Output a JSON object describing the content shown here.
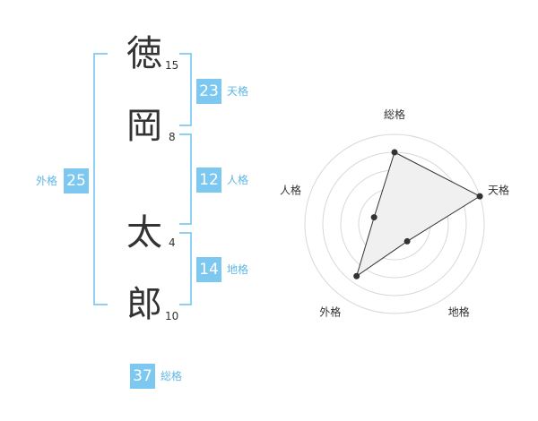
{
  "name": {
    "chars": [
      {
        "char": "徳",
        "strokes": "15"
      },
      {
        "char": "岡",
        "strokes": "8"
      },
      {
        "char": "太",
        "strokes": "4"
      },
      {
        "char": "郎",
        "strokes": "10"
      }
    ]
  },
  "fortunes": {
    "tenkaku": {
      "value": "23",
      "label": "天格"
    },
    "jinkaku": {
      "value": "12",
      "label": "人格"
    },
    "chikaku": {
      "value": "14",
      "label": "地格"
    },
    "gaikaku": {
      "value": "25",
      "label": "外格"
    },
    "soukaku": {
      "value": "37",
      "label": "総格"
    }
  },
  "colors": {
    "badge": "#7dc8f0",
    "bracket": "#8fd0f5",
    "label": "#5fb7e6",
    "radar_fill": "#f0f0f0",
    "radar_line": "#333333"
  },
  "chart_data": {
    "type": "radar",
    "axes": [
      "総格",
      "天格",
      "地格",
      "外格",
      "人格"
    ],
    "values": [
      4,
      5,
      1.2,
      3.6,
      1.2
    ],
    "rmax": 5,
    "rings": 5
  }
}
